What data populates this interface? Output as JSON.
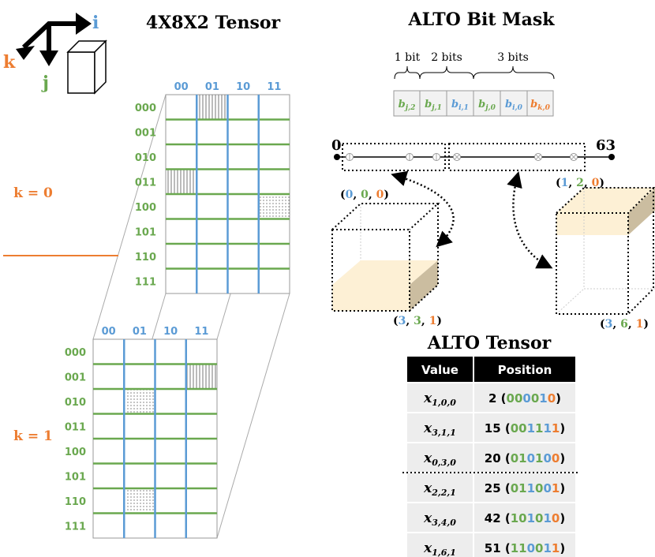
{
  "colors": {
    "green": "#6aa84f",
    "blue": "#5b9bd5",
    "orange": "#ed7d31",
    "highlight": "#fdf0d5",
    "highlight_side": "#cbbda0"
  },
  "axes": {
    "i": "i",
    "j": "j",
    "k": "k"
  },
  "tensor_title": "4X8X2 Tensor",
  "mask_title": "ALTO Bit Mask",
  "alto_title": "ALTO Tensor",
  "col_labels": [
    "00",
    "01",
    "10",
    "11"
  ],
  "row_labels": [
    "000",
    "001",
    "010",
    "011",
    "100",
    "101",
    "110",
    "111"
  ],
  "k0_label": "k = 0",
  "k1_label": "k = 1",
  "nonzeros": {
    "k0": [
      {
        "i": 1,
        "j": 0,
        "fill": "lines"
      },
      {
        "i": 0,
        "j": 3,
        "fill": "lines"
      },
      {
        "i": 3,
        "j": 4,
        "fill": "dots"
      }
    ],
    "k1": [
      {
        "i": 3,
        "j": 1,
        "fill": "lines"
      },
      {
        "i": 1,
        "j": 2,
        "fill": "dots"
      },
      {
        "i": 1,
        "j": 6,
        "fill": "dots"
      }
    ]
  },
  "bit_groups": [
    "1 bit",
    "2 bits",
    "3 bits"
  ],
  "bits": [
    {
      "base": "b",
      "sub": "j,2",
      "color": "green"
    },
    {
      "base": "b",
      "sub": "j,1",
      "color": "green"
    },
    {
      "base": "b",
      "sub": "i,1",
      "color": "blue"
    },
    {
      "base": "b",
      "sub": "j,0",
      "color": "green"
    },
    {
      "base": "b",
      "sub": "i,0",
      "color": "blue"
    },
    {
      "base": "b",
      "sub": "k,0",
      "color": "orange"
    }
  ],
  "line_start": "0",
  "line_end": "63",
  "box_left": {
    "min": [
      "0",
      "0",
      "0"
    ],
    "max": [
      "3",
      "3",
      "1"
    ]
  },
  "box_right": {
    "min": [
      "1",
      "2",
      "0"
    ],
    "max": [
      "3",
      "6",
      "1"
    ]
  },
  "table": {
    "headers": [
      "Value",
      "Position"
    ],
    "rows": [
      {
        "base": "x",
        "sub": "1,0,0",
        "pos": "2",
        "bits": [
          "0",
          "0",
          "0",
          "0",
          "1",
          "0"
        ]
      },
      {
        "base": "x",
        "sub": "3,1,1",
        "pos": "15",
        "bits": [
          "0",
          "0",
          "1",
          "1",
          "1",
          "1"
        ]
      },
      {
        "base": "x",
        "sub": "0,3,0",
        "pos": "20",
        "bits": [
          "0",
          "1",
          "0",
          "1",
          "0",
          "0"
        ]
      },
      {
        "base": "x",
        "sub": "2,2,1",
        "pos": "25",
        "bits": [
          "0",
          "1",
          "1",
          "0",
          "0",
          "1"
        ]
      },
      {
        "base": "x",
        "sub": "3,4,0",
        "pos": "42",
        "bits": [
          "1",
          "0",
          "1",
          "0",
          "1",
          "0"
        ]
      },
      {
        "base": "x",
        "sub": "1,6,1",
        "pos": "51",
        "bits": [
          "1",
          "1",
          "0",
          "0",
          "1",
          "1"
        ]
      }
    ],
    "bit_colors": [
      "green",
      "green",
      "blue",
      "green",
      "blue",
      "orange"
    ]
  }
}
